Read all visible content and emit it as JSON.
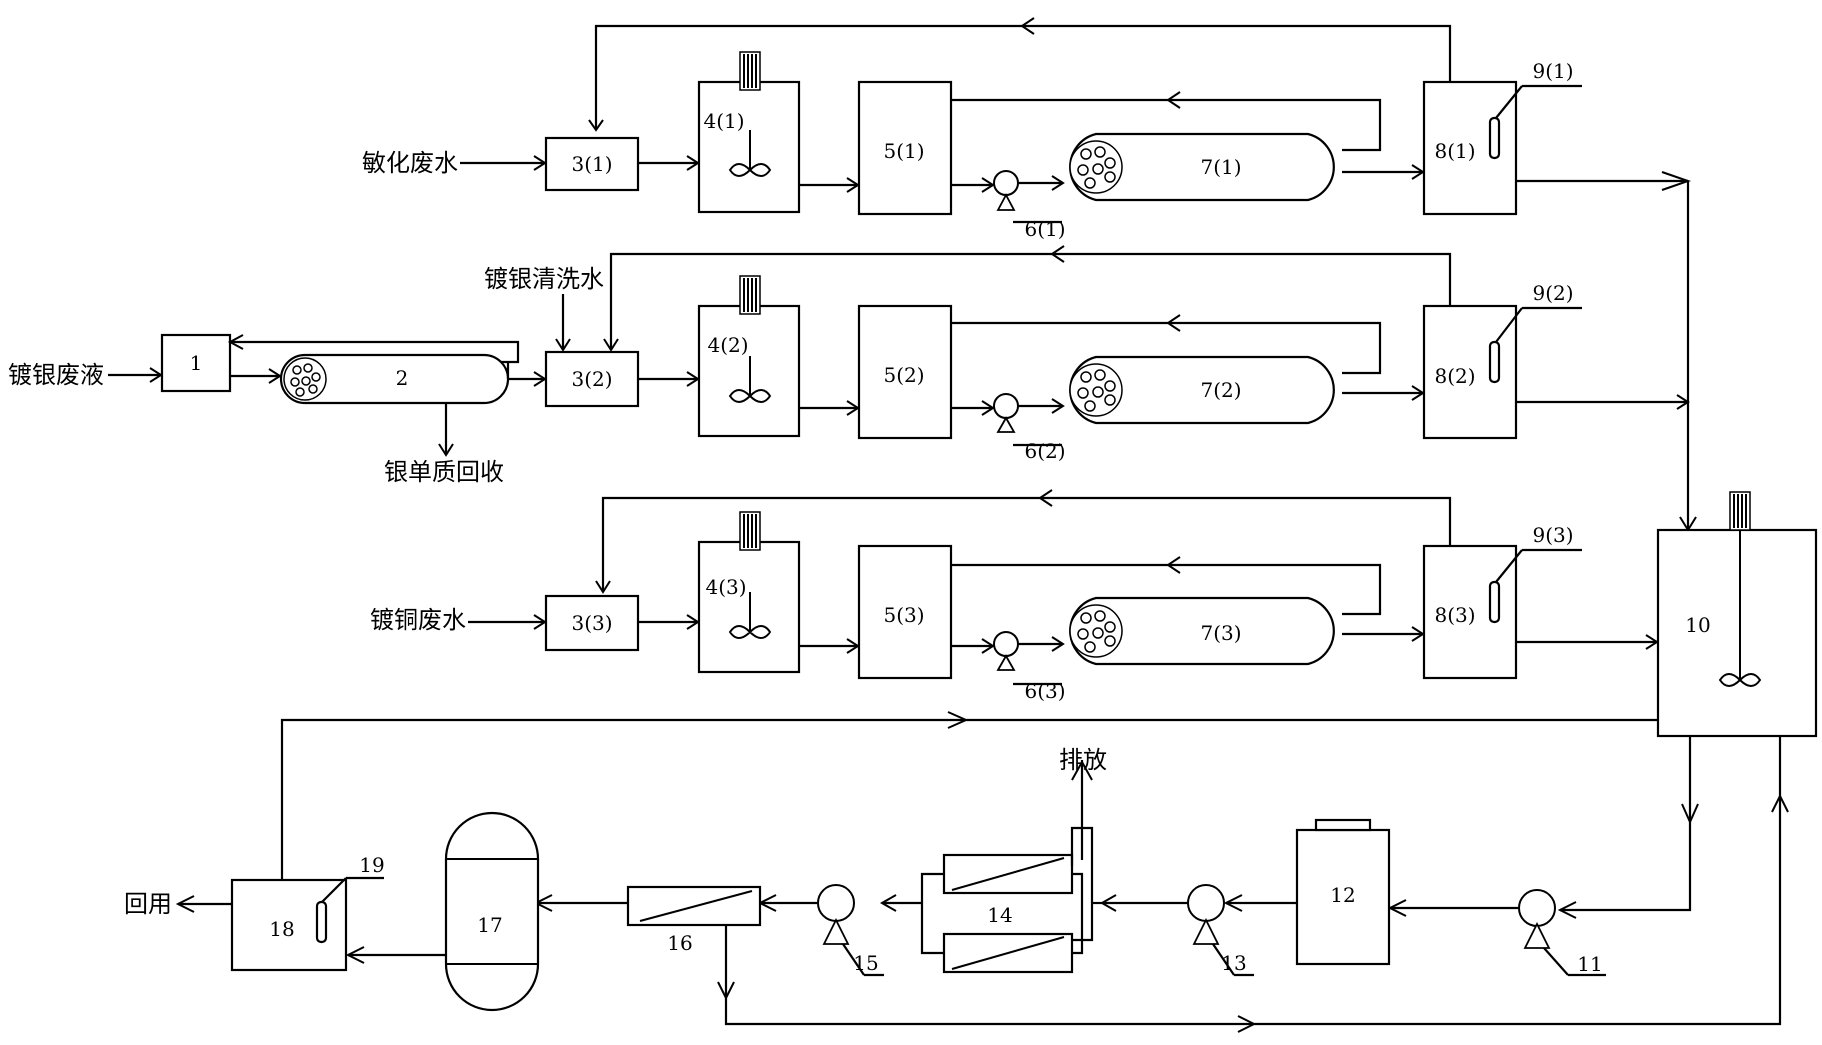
{
  "inputs": {
    "sensitizing_wastewater": "敏化废水",
    "silver_rinse_water": "镀银清洗水",
    "silver_waste_liquid": "镀银废液",
    "copper_wastewater": "镀铜废水"
  },
  "outputs": {
    "silver_recovery": "银单质回收",
    "discharge": "排放",
    "reuse": "回用"
  },
  "units": {
    "u1": "1",
    "u2": "2",
    "u3_1": "3(1)",
    "u3_2": "3(2)",
    "u3_3": "3(3)",
    "u4_1": "4(1)",
    "u4_2": "4(2)",
    "u4_3": "4(3)",
    "u5_1": "5(1)",
    "u5_2": "5(2)",
    "u5_3": "5(3)",
    "u6_1": "6(1)",
    "u6_2": "6(2)",
    "u6_3": "6(3)",
    "u7_1": "7(1)",
    "u7_2": "7(2)",
    "u7_3": "7(3)",
    "u8_1": "8(1)",
    "u8_2": "8(2)",
    "u8_3": "8(3)",
    "u9_1": "9(1)",
    "u9_2": "9(2)",
    "u9_3": "9(3)",
    "u10": "10",
    "u11": "11",
    "u12": "12",
    "u13": "13",
    "u14": "14",
    "u15": "15",
    "u16": "16",
    "u17": "17",
    "u18": "18",
    "u19": "19"
  }
}
